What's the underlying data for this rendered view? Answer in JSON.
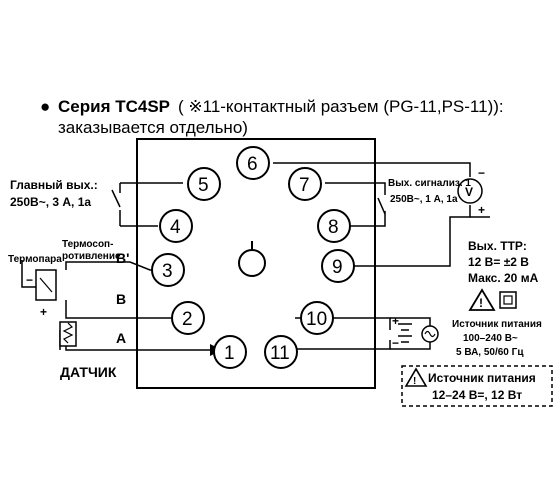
{
  "title": {
    "bullet": "●",
    "series": "Серия TC4SP",
    "note": "( ※11-контактный разъем (PG-11,PS-11)):",
    "note2": "заказывается отдельно)"
  },
  "terminals": [
    "1",
    "2",
    "3",
    "4",
    "5",
    "6",
    "7",
    "8",
    "9",
    "10",
    "11"
  ],
  "left": {
    "main_out_1": "Главный вых.:",
    "main_out_2": "250В~, 3 А, 1а",
    "thermocouple": "Термопара",
    "rtd_1": "Термосоп-",
    "rtd_2": "ротивление",
    "b_prime": "B'",
    "b": "B",
    "a": "A",
    "minus": "−",
    "plus": "+",
    "sensor": "ДАТЧИК"
  },
  "right": {
    "alarm_1": "Вых. сигнализ. 1",
    "alarm_2": "250В~, 1 А, 1а",
    "meter": "V",
    "minus": "−",
    "plus": "+",
    "ttr_1": "Вых. TTP:",
    "ttr_2": "12 В= ±2 В",
    "ttr_3": "Макс. 20 мА",
    "warn_mark": "!",
    "ps_ac_1": "Источник питания",
    "ps_ac_2": "100–240 В~",
    "ps_ac_3": "5 ВА, 50/60 Гц",
    "ps_dc_1": "Источник питания",
    "ps_dc_2": "12–24 В=, 12 Вт",
    "dc_plus": "+",
    "dc_minus": "−"
  }
}
